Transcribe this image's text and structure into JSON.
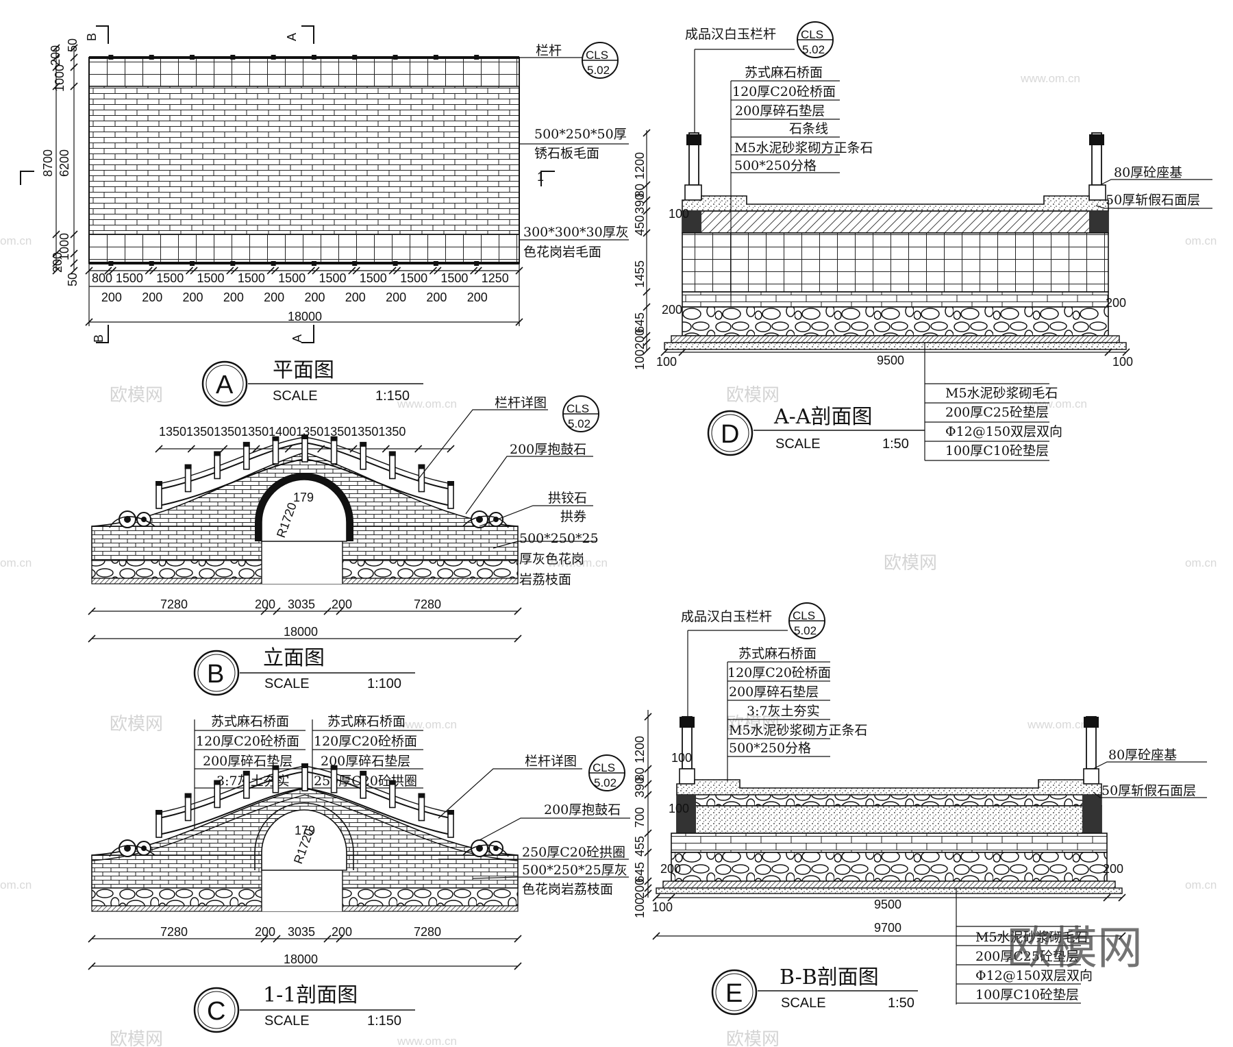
{
  "colors": {
    "ink": "#111111",
    "watermark": "#cccccc",
    "background": "#ffffff"
  },
  "watermark": {
    "text": "欧模网",
    "url": "www.om.cn",
    "edge": "om.cn"
  },
  "detail_ref": {
    "top": "CLS",
    "bottom": "5.02"
  },
  "plan": {
    "bubble": "A",
    "title": "平面图",
    "scale_label": "SCALE",
    "scale": "1:150",
    "cut_b": "B",
    "cut_a": "A",
    "left_dims": [
      "50",
      "200",
      "1000",
      "6200",
      "1000",
      "200",
      "50"
    ],
    "total_height": "8700",
    "section_mark": "1",
    "span_dims": [
      "800",
      "1500",
      "1500",
      "1500",
      "1500",
      "1500",
      "1500",
      "1500",
      "1500",
      "1500",
      "1250"
    ],
    "post_dims": [
      "200",
      "200",
      "200",
      "200",
      "200",
      "200",
      "200",
      "200",
      "200",
      "200"
    ],
    "total_length": "18000",
    "labels": {
      "railing": "栏杆",
      "deck_1": "500*250*50厚",
      "deck_2": "锈石板毛面",
      "edge_1": "300*300*30厚灰",
      "edge_2": "色花岗岩毛面"
    }
  },
  "elevation": {
    "bubble": "B",
    "title": "立面图",
    "scale_label": "SCALE",
    "scale": "1:100",
    "top_dims": "13501350135013501400135013501350​1350",
    "radius": "R1720",
    "rise": "179",
    "labels": {
      "railing_detail": "栏杆详图",
      "drum_stone": "200厚抱鼓石",
      "hinge_stone": "拱铰石",
      "arch_ring": "拱券",
      "granite_1": "500*250*25",
      "granite_2": "厚灰色花岗",
      "granite_3": "岩荔枝面"
    },
    "bottom_dims": [
      "7280",
      "200",
      "3035",
      "200",
      "7280"
    ],
    "total_length": "18000"
  },
  "section_11": {
    "bubble": "C",
    "title": "1-1剖面图",
    "scale_label": "SCALE",
    "scale": "1:150",
    "left_stack": [
      "苏式麻石桥面",
      "120厚C20砼桥面",
      "200厚碎石垫层",
      "3:7灰土夯实"
    ],
    "right_stack": [
      "苏式麻石桥面",
      "120厚C20砼桥面",
      "200厚碎石垫层",
      "250厚C20砼拱圈"
    ],
    "radius": "R1720",
    "rise": "179",
    "labels": {
      "railing_detail": "栏杆详图",
      "drum_stone": "200厚抱鼓石",
      "arch_ring": "250厚C20砼拱圈",
      "granite_1": "500*250*25厚灰",
      "granite_2": "色花岗岩荔枝面"
    },
    "bottom_dims": [
      "7280",
      "200",
      "3035",
      "200",
      "7280"
    ],
    "total_length": "18000"
  },
  "section_aa": {
    "bubble": "D",
    "title": "A-A剖面图",
    "scale_label": "SCALE",
    "scale": "1:50",
    "railing": "成品汉白玉栏杆",
    "stack": [
      "苏式麻石桥面",
      "120厚C20砼桥面",
      "200厚碎石垫层",
      "石条线",
      "M5水泥砂浆砌方正条石",
      "500*250分格"
    ],
    "right_labels": [
      "80厚砼座基",
      "50厚斩假石面层"
    ],
    "bottom_stack": [
      "M5水泥砂浆砌毛石",
      "200厚C25砼垫层",
      "Φ12@150双层双向",
      "100厚C10砼垫层"
    ],
    "left_dims": [
      "1200",
      "80",
      "390",
      "450",
      "1455",
      "645",
      "200",
      "100"
    ],
    "side_dims": [
      "100",
      "200",
      "200"
    ],
    "bottom_dims": [
      "100",
      "9500",
      "100"
    ]
  },
  "section_bb": {
    "bubble": "E",
    "title": "B-B剖面图",
    "scale_label": "SCALE",
    "scale": "1:50",
    "railing": "成品汉白玉栏杆",
    "stack": [
      "苏式麻石桥面",
      "120厚C20砼桥面",
      "200厚碎石垫层",
      "3:7灰土夯实",
      "M5水泥砂浆砌方正条石",
      "500*250分格"
    ],
    "right_labels": [
      "80厚砼座基",
      "50厚斩假石面层"
    ],
    "bottom_stack": [
      "M5水泥砂浆砌毛石",
      "200厚C25砼垫层",
      "Φ12@150双层双向",
      "100厚C10砼垫层"
    ],
    "left_dims": [
      "1200",
      "80",
      "390",
      "700",
      "455",
      "645",
      "200",
      "100"
    ],
    "side_dims": [
      "100",
      "200",
      "200",
      "100"
    ],
    "bottom_dims": [
      "100",
      "9500",
      "9700"
    ]
  }
}
